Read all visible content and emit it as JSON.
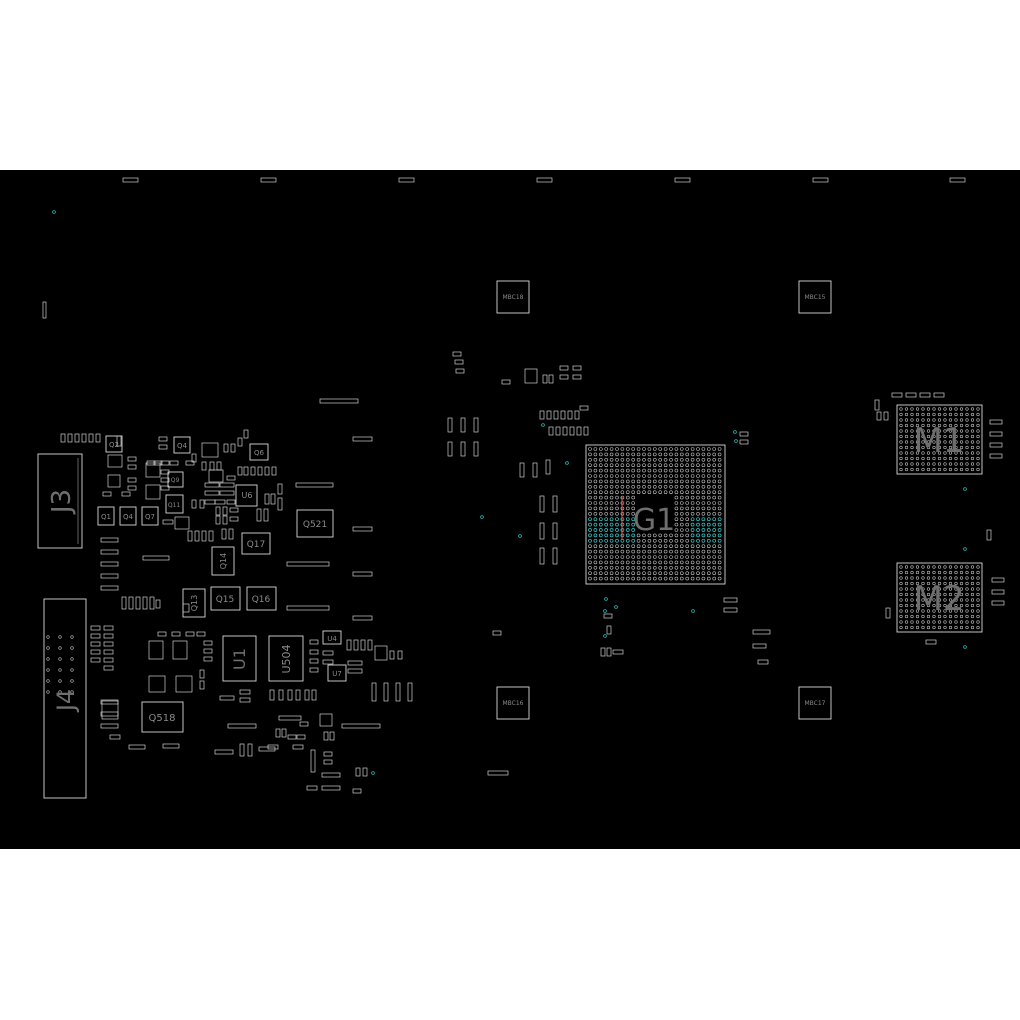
{
  "board": {
    "background": "#000000",
    "outline_color": "#d8d8d8",
    "label_color": "#8a8a8a",
    "via_color": "#2fb3b3",
    "highlight_color": "#3fc9c9",
    "marker_color": "#e05050"
  },
  "labels": {
    "J3": "J3",
    "J4": "J4",
    "M1": "M1",
    "M2": "M2",
    "G1": "G1",
    "Q521": "Q521",
    "Q518": "Q518",
    "U1": "U1",
    "U504": "U504",
    "Q13": "Q13",
    "Q14": "Q14",
    "Q15": "Q15",
    "Q16": "Q16",
    "Q17": "Q17",
    "U6": "U6",
    "U7": "U7",
    "U4": "U4",
    "Q2": "Q2",
    "Q4a": "Q4",
    "Q4b": "Q4",
    "Q6": "Q6",
    "Q7": "Q7",
    "Q1": "Q1",
    "Q11": "Q11",
    "Q9": "Q9",
    "MBC18": "MBC18",
    "MBC15": "MBC15",
    "MBC16": "MBC16",
    "MBC17": "MBC17"
  }
}
